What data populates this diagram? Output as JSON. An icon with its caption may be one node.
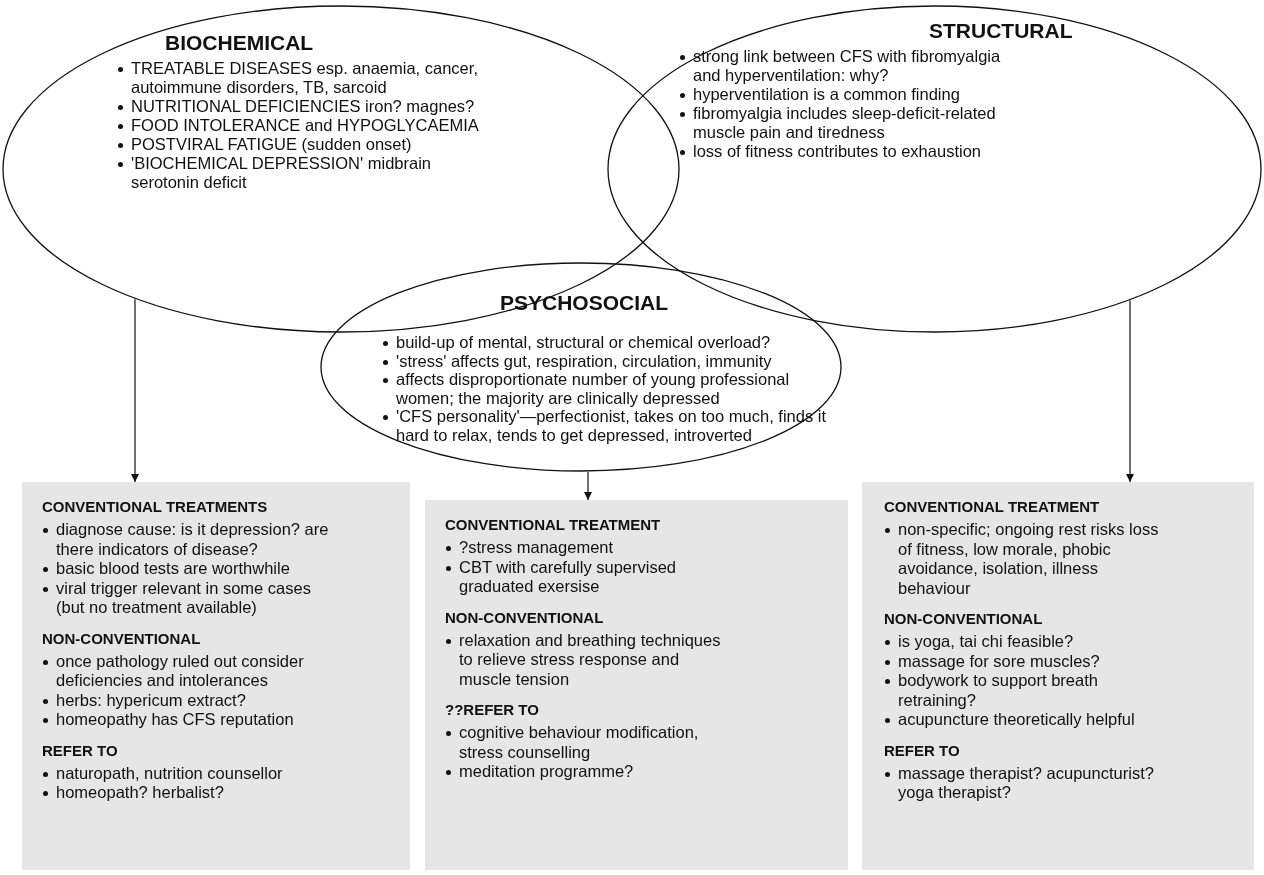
{
  "diagram": {
    "nodes": [
      {
        "text": [
          "BIOCHEMICAL",
          "TREATABLE DISEASES esp. anaemia, cancer, autoimmune disorders, TB, sarcoid",
          "NUTRITIONAL DEFICIENCIES iron? magnes?",
          "FOOD INTOLERANCE and HYPOGLYCAEMIA",
          "POSTVIRAL FATIGUE (sudden onset)",
          "'BIOCHEMICAL DEPRESSION' midbrain serotonin deficit"
        ]
      },
      {
        "text": [
          "STRUCTURAL",
          "strong link between CFS with fibromyalgia and hyperventilation: why?",
          "hyperventilation is a common finding",
          "fibromyalgia includes sleep-deficit-related muscle pain and tiredness",
          "loss of fitness contributes to exhaustion"
        ]
      },
      {
        "text": [
          "PSYCHOSOCIAL",
          "build-up of mental, structural or chemical overload?",
          "'stress' affects gut, respiration, circulation, immunity",
          "affects disproportionate number of young professional women; the majority are clinically depressed",
          "'CFS personality'—perfectionist, takes on too much, finds it hard to relax, tends to get depressed, introverted"
        ]
      },
      {
        "text": [
          "CONVENTIONAL TREATMENTS",
          "diagnose cause: is it depression? are there indicators of disease?",
          "basic blood tests are worthwhile",
          "viral trigger relevant in some cases (but no treatment available)",
          "NON-CONVENTIONAL",
          "once pathology ruled out consider deficiencies and intolerances",
          "herbs: hypericum extract?",
          "homeopathy has CFS reputation",
          "REFER TO",
          "naturopath, nutrition counsellor",
          "homeopath? herbalist?"
        ]
      },
      {
        "text": [
          "CONVENTIONAL TREATMENT",
          "?stress management",
          "CBT with carefully supervised graduated exersise",
          "NON-CONVENTIONAL",
          "relaxation and breathing techniques to relieve stress response and muscle tension",
          "??REFER TO",
          "cognitive behaviour modification, stress counselling",
          "meditation programme?"
        ]
      },
      {
        "text": [
          "CONVENTIONAL TREATMENT",
          "non-specific; ongoing rest risks loss of fitness, low morale, phobic avoidance, isolation, illness behaviour",
          "NON-CONVENTIONAL",
          "is yoga, tai chi feasible?",
          "massage for sore muscles?",
          "bodywork to support breath retraining?",
          "acupuncture theoretically helpful",
          "REFER TO",
          "massage therapist? acupuncturist? yoga therapist?"
        ]
      }
    ],
    "edges": [
      {
        "from": 0,
        "to": 3,
        "arrow": "to"
      },
      {
        "from": 2,
        "to": 4,
        "arrow": "to"
      },
      {
        "from": 1,
        "to": 5,
        "arrow": "to"
      }
    ]
  }
}
